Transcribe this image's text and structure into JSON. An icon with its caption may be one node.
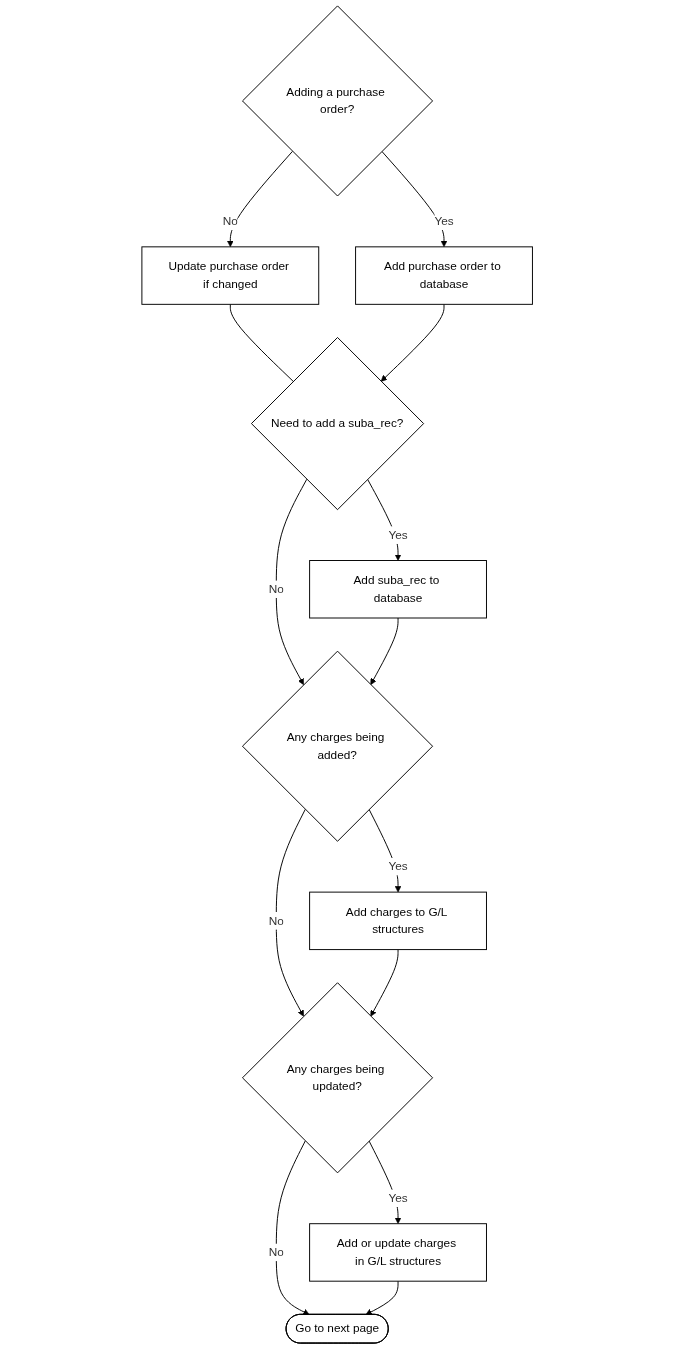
{
  "diagram": {
    "nodes": [
      {
        "text": [
          "Adding a purchase order?"
        ]
      },
      {
        "text": [
          "Add purchase order to database"
        ]
      },
      {
        "text": [
          "Update purchase order if changed"
        ]
      },
      {
        "text": [
          "Need to add a suba_rec?"
        ]
      },
      {
        "text": [
          "Add suba_rec to database"
        ]
      },
      {
        "text": [
          "Any charges being added?"
        ]
      },
      {
        "text": [
          "Add charges to G/L structures"
        ]
      },
      {
        "text": [
          "Any charges being updated?"
        ]
      },
      {
        "text": [
          "Add or update charges in G/L structures"
        ]
      },
      {
        "text": [
          "Go to next page"
        ]
      }
    ],
    "edges": [
      {
        "from": 0,
        "to": 1,
        "label": "Yes",
        "arrow": "to"
      },
      {
        "from": 0,
        "to": 2,
        "label": "No",
        "arrow": "to"
      },
      {
        "from": 2,
        "to": 3,
        "arrow": "none"
      },
      {
        "from": 1,
        "to": 3,
        "arrow": "to"
      },
      {
        "from": 3,
        "to": 4,
        "label": "Yes",
        "arrow": "to"
      },
      {
        "from": 3,
        "to": 5,
        "label": "No",
        "arrow": "to"
      },
      {
        "from": 4,
        "to": 5,
        "arrow": "to"
      },
      {
        "from": 5,
        "to": 6,
        "label": "Yes",
        "arrow": "to"
      },
      {
        "from": 5,
        "to": 7,
        "label": "No",
        "arrow": "to"
      },
      {
        "from": 6,
        "to": 7,
        "arrow": "to"
      },
      {
        "from": 7,
        "to": 8,
        "label": "Yes",
        "arrow": "to"
      },
      {
        "from": 7,
        "to": 9,
        "label": "No",
        "arrow": "to"
      },
      {
        "from": 8,
        "to": 9,
        "arrow": "to"
      }
    ]
  }
}
